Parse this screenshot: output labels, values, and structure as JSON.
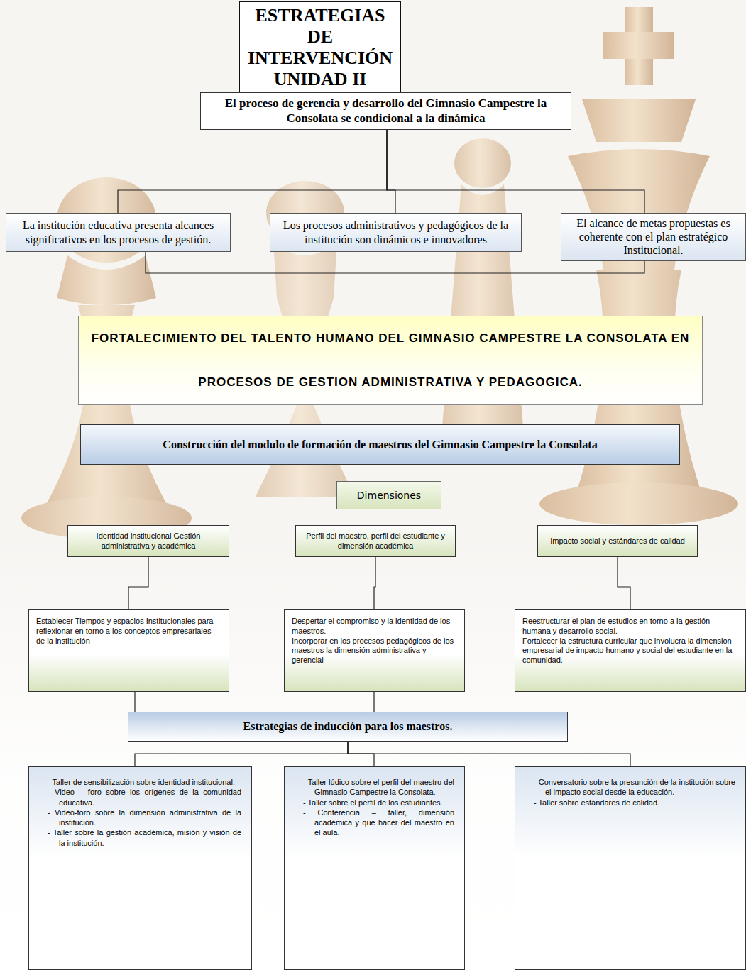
{
  "diagram": {
    "nodes": [
      {
        "text": [
          "ESTRATEGIAS DE INTERVENCIÓN UNIDAD II"
        ]
      },
      {
        "text": [
          "El proceso de gerencia y desarrollo del Gimnasio Campestre la Consolata se condicional a la dinámica"
        ]
      },
      {
        "text": [
          "La institución educativa presenta alcances significativos en los procesos de gestión."
        ]
      },
      {
        "text": [
          "Los procesos administrativos y pedagógicos de la institución son dinámicos e innovadores"
        ]
      },
      {
        "text": [
          "El alcance de metas propuestas es coherente con el plan estratégico Institucional."
        ]
      },
      {
        "text": [
          "FORTALECIMIENTO DEL TALENTO HUMANO DEL GIMNASIO CAMPESTRE LA CONSOLATA EN PROCESOS DE GESTION ADMINISTRATIVA Y PEDAGOGICA."
        ]
      },
      {
        "text": [
          "Construcción del modulo de formación de maestros del Gimnasio Campestre la Consolata"
        ]
      },
      {
        "text": [
          "Dimensiones"
        ]
      },
      {
        "text": [
          "Identidad institucional Gestión administrativa y académica"
        ]
      },
      {
        "text": [
          "Perfil del maestro, perfil del estudiante y dimensión académica"
        ]
      },
      {
        "text": [
          "Impacto social y estándares de calidad"
        ]
      },
      {
        "text": [
          "Establecer Tiempos y espacios Institucionales para reflexionar en torno a los conceptos empresariales de la institución"
        ]
      },
      {
        "text": [
          "Despertar el compromiso y la identidad de los maestros.",
          "Incorporar en los procesos pedagógicos de los maestros la dimensión administrativa y gerencial"
        ]
      },
      {
        "text": [
          "Reestructurar el plan de estudios en torno a la gestión humana y desarrollo social.",
          "Fortalecer la estructura curricular que involucra la dimension empresarial de impacto humano y social del estudiante en la comunidad."
        ]
      },
      {
        "text": [
          "Estrategias de inducción para los maestros."
        ]
      },
      {
        "text": [
          "- Taller de sensibilización sobre identidad institucional.",
          "- Video – foro sobre los orígenes de la comunidad educativa.",
          "- Video-foro sobre la dimensión administrativa de la institución.",
          "- Taller sobre la gestión académica, misión y visión de la institución."
        ]
      },
      {
        "text": [
          "- Taller lúdico sobre el perfil del maestro del Gimnasio Campestre la Consolata.",
          "- Taller sobre el perfil de los estudiantes.",
          "- Conferencia – taller, dimensión académica y que hacer del maestro en el aula."
        ]
      },
      {
        "text": [
          "- Conversatorio sobre la presunción de la institución sobre el impacto social desde la educación.",
          "- Taller sobre estándares de calidad."
        ]
      }
    ],
    "edges": [
      {
        "from": 1,
        "to": 2,
        "arrow": "none"
      },
      {
        "from": 1,
        "to": 3,
        "arrow": "none"
      },
      {
        "from": 1,
        "to": 4,
        "arrow": "none"
      },
      {
        "from": 2,
        "to": 4,
        "arrow": "none"
      },
      {
        "from": 8,
        "to": 11,
        "arrow": "none"
      },
      {
        "from": 9,
        "to": 12,
        "arrow": "none"
      },
      {
        "from": 10,
        "to": 13,
        "arrow": "none"
      },
      {
        "from": 11,
        "to": 14,
        "arrow": "none"
      },
      {
        "from": 12,
        "to": 14,
        "arrow": "none"
      },
      {
        "from": 14,
        "to": 15,
        "arrow": "none"
      },
      {
        "from": 14,
        "to": 16,
        "arrow": "none"
      },
      {
        "from": 14,
        "to": 17,
        "arrow": "none"
      }
    ]
  }
}
